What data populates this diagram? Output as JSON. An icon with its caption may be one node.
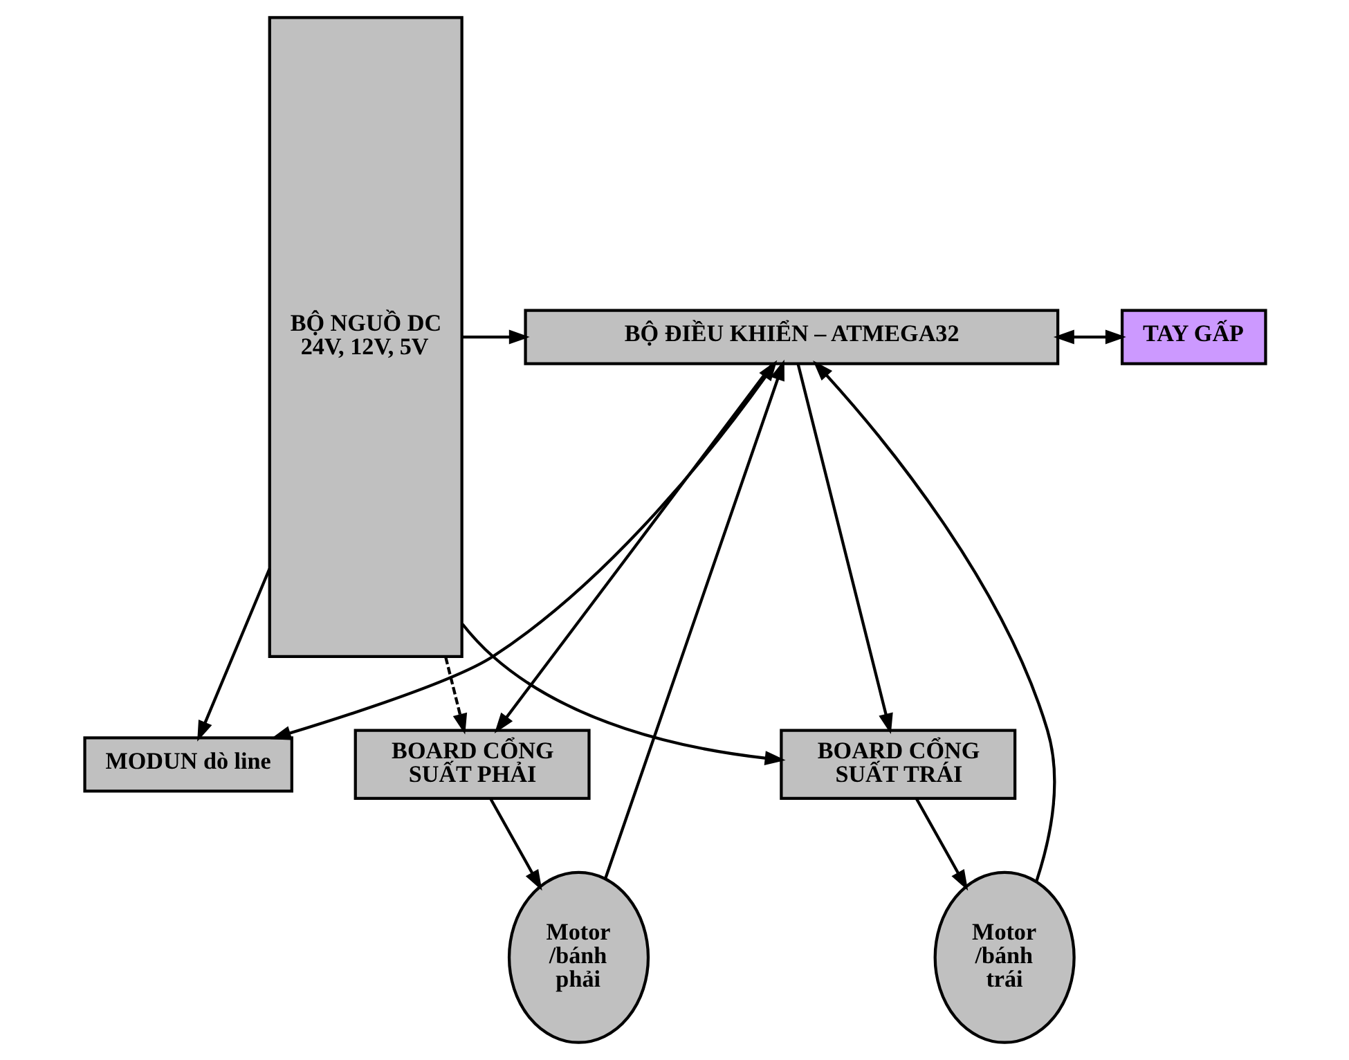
{
  "diagram": {
    "nodes": [
      {
        "text": [
          "BỘ NGUỒ DC 24V, 12V, 5V"
        ]
      },
      {
        "text": [
          "MODUN dò line"
        ]
      },
      {
        "text": [
          "BỘ ĐIỀU KHIỂN – ATMEGA32"
        ]
      },
      {
        "text": [
          "TAY GẤP"
        ]
      },
      {
        "text": [
          "BOARD CỔNG SUẤT TRÁI"
        ]
      },
      {
        "text": [
          "BOARD CỔNG SUẤT PHẢI"
        ]
      },
      {
        "text": [
          "Motor /bánh trái"
        ]
      },
      {
        "text": [
          "Motor /bánh phải"
        ]
      }
    ],
    "edges": [
      {
        "from": 0,
        "to": 1,
        "arrow": "to"
      },
      {
        "from": 1,
        "to": 2,
        "arrow": "both"
      },
      {
        "from": 0,
        "to": 2,
        "arrow": "to"
      },
      {
        "from": 2,
        "to": 3,
        "arrow": "both"
      },
      {
        "from": 2,
        "to": 4,
        "arrow": "to"
      },
      {
        "from": 0,
        "to": 5,
        "arrow": "to",
        "style": "dashed"
      },
      {
        "from": 2,
        "to": 5,
        "arrow": "to"
      },
      {
        "from": 0,
        "to": 4,
        "arrow": "to"
      },
      {
        "from": 4,
        "to": 6,
        "arrow": "to"
      },
      {
        "from": 5,
        "to": 7,
        "arrow": "to"
      },
      {
        "from": 6,
        "to": 2,
        "arrow": "to"
      },
      {
        "from": 7,
        "to": 2,
        "arrow": "to"
      }
    ]
  }
}
